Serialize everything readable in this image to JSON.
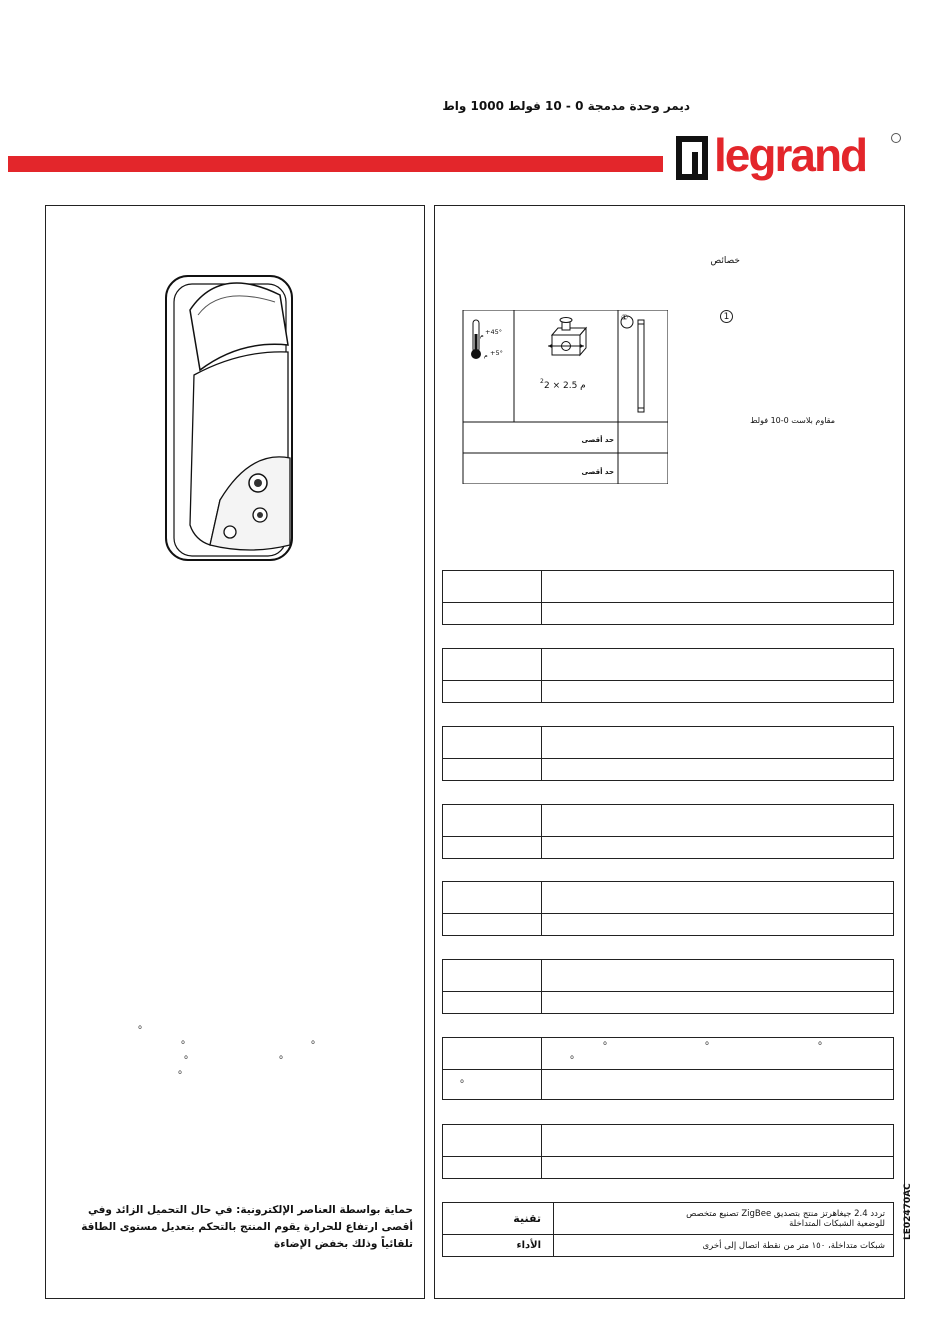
{
  "header": {
    "title": "ديمر وحدة مدمجة 0 - 10 فولط 1000 واط",
    "brand": "legrand"
  },
  "features": {
    "title": "خصائص",
    "temp_max": "+45°",
    "temp_min": "+5°",
    "unit_c": "م",
    "terminal_size": "2 × 2.5 م",
    "terminal_power": "2",
    "max_label_1": "حد أقصى",
    "max_label_2": "حد أقصى",
    "circle_ref": "①",
    "ballast_label": "مقاوم بلاست 0-10 فولط"
  },
  "markers": {
    "deg": "ͦ"
  },
  "note": {
    "text": "حماية بواسطة العناصر الإلكترونية: في حال التحميل الزائد وفي أقصى ارتفاع للحرارة يقوم المنتج بالتحكم بتعديل مستوى الطاقة تلقائياً وذلك بخفض الإضاءة"
  },
  "technology": {
    "label": "تقنية",
    "desc_line1": "تردد 2.4 جيغاهرتز منتج بتصديق ZigBee تصنيع متخصص",
    "desc_line2": "للوضعية الشبكات المتداخلة"
  },
  "performance": {
    "label": "الأداء",
    "desc": "شبكات متداخلة، ١٥٠ متر من نقطة اتصال إلى أخرى"
  },
  "document_code": "LE02470AC"
}
